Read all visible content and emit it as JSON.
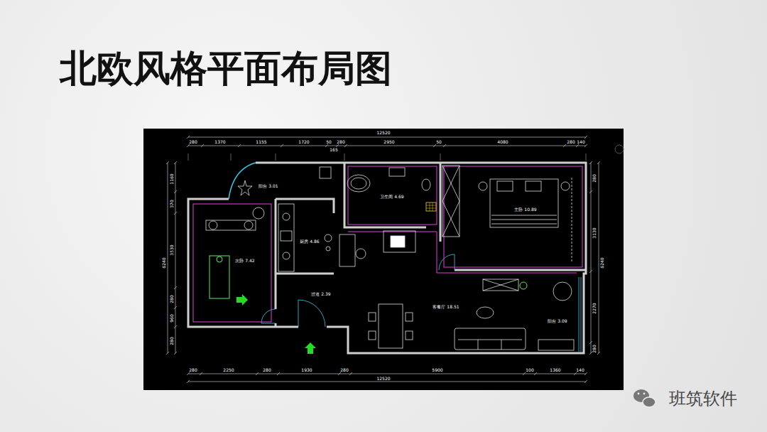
{
  "diagram": {
    "title": "北欧风格平面布局图",
    "labels": [
      "阳台 3.01",
      "卫生间 4.69",
      "主卧 10.89",
      "次卧 7.42",
      "厨房 4.86",
      "过道 2.39",
      "客餐厅 18.51",
      "阳台 3.09",
      "12520",
      "280",
      "1370",
      "1155",
      "1720",
      "50",
      "165",
      "280",
      "2950",
      "50",
      "4080",
      "280",
      "140",
      "280",
      "2250",
      "280",
      "1930",
      "280",
      "5900",
      "100",
      "1360",
      "140",
      "12520",
      "6240",
      "1160",
      "370",
      "3530",
      "280",
      "960",
      "280",
      "280",
      "3130",
      "6240",
      "2270",
      "280",
      "班筑软件"
    ]
  }
}
